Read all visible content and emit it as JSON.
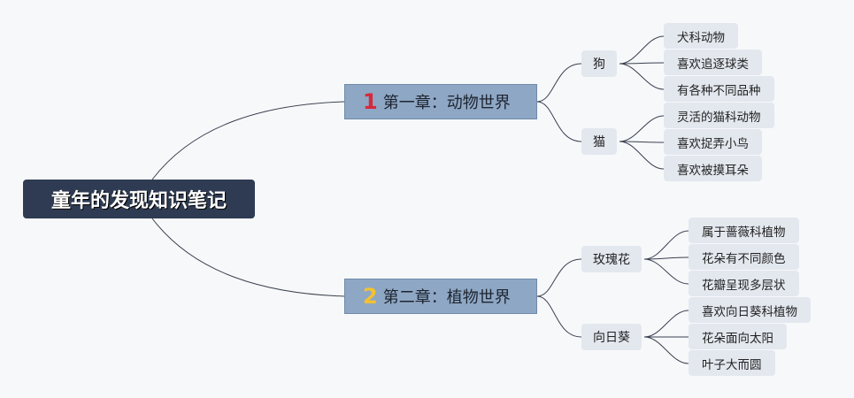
{
  "root": {
    "label": "童年的发现知识笔记"
  },
  "chapters": [
    {
      "number": "1",
      "title": "第一章：动物世界",
      "groups": [
        {
          "label": "狗",
          "items": [
            "犬科动物",
            "喜欢追逐球类",
            "有各种不同品种"
          ]
        },
        {
          "label": "猫",
          "items": [
            "灵活的猫科动物",
            "喜欢捉弄小鸟",
            "喜欢被摸耳朵"
          ]
        }
      ]
    },
    {
      "number": "2",
      "title": "第二章：植物世界",
      "groups": [
        {
          "label": "玫瑰花",
          "items": [
            "属于蔷薇科植物",
            "花朵有不同颜色",
            "花瓣呈现多层状"
          ]
        },
        {
          "label": "向日葵",
          "items": [
            "喜欢向日葵科植物",
            "花朵面向太阳",
            "叶子大而圆"
          ]
        }
      ]
    }
  ],
  "colors": {
    "root_bg": "#2e3b52",
    "chapter_bg": "#8ea7c4",
    "node_bg": "#e3e8ef",
    "line": "#3a4150",
    "chapter1_number": "#d8283a",
    "chapter2_number": "#f2c232"
  }
}
